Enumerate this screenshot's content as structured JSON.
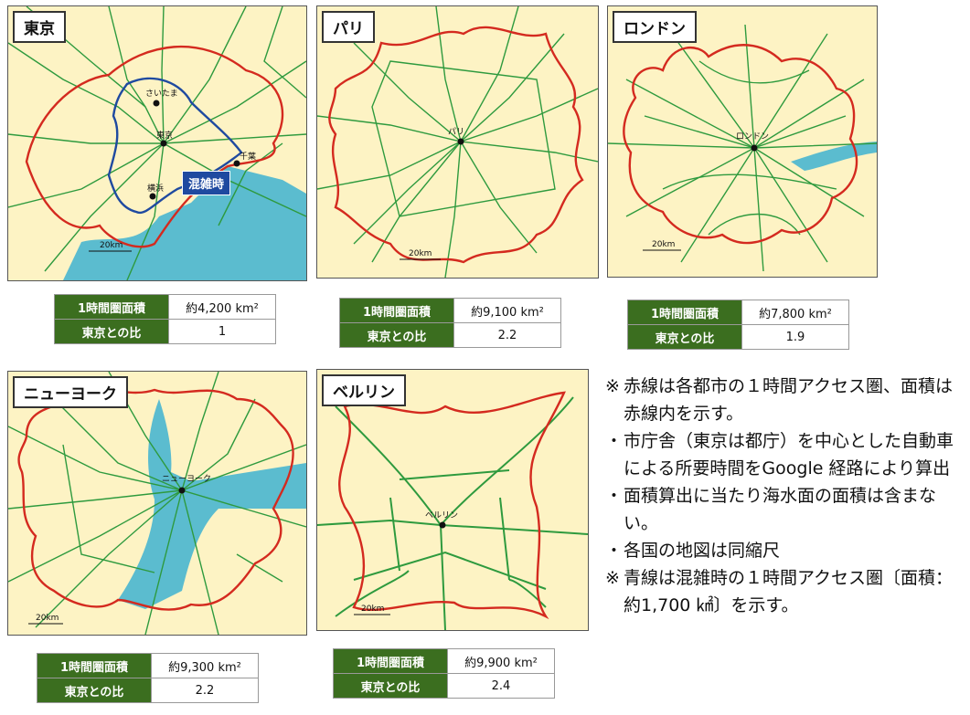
{
  "maps": [
    {
      "city": "東京",
      "city_label": "東京",
      "extra_label": "混雑時",
      "area_label": "1時間圏面積",
      "area": "約4,200 km²",
      "ratio_label": "東京との比",
      "ratio": "1",
      "scale": "20km"
    },
    {
      "city": "パリ",
      "city_label": "パリ",
      "area_label": "1時間圏面積",
      "area": "約9,100 km²",
      "ratio_label": "東京との比",
      "ratio": "2.2",
      "scale": "20km"
    },
    {
      "city": "ロンドン",
      "city_label": "ロンドン",
      "area_label": "1時間圏面積",
      "area": "約7,800 km²",
      "ratio_label": "東京との比",
      "ratio": "1.9",
      "scale": "20km"
    },
    {
      "city": "ニューヨーク",
      "city_label": "ニューヨーク",
      "area_label": "1時間圏面積",
      "area": "約9,300 km²",
      "ratio_label": "東京との比",
      "ratio": "2.2",
      "scale": "20km"
    },
    {
      "city": "ベルリン",
      "city_label": "ベルリン",
      "area_label": "1時間圏面積",
      "area": "約9,900 km²",
      "ratio_label": "東京との比",
      "ratio": "2.4",
      "scale": "20km"
    }
  ],
  "tokyo_extra_labels": [
    "さいたま",
    "横浜",
    "千葉"
  ],
  "notes": [
    {
      "bullet": "※",
      "text": "赤線は各都市の１時間アクセス圏、面積は赤線内を示す。"
    },
    {
      "bullet": "・",
      "text": "市庁舎（東京は都庁）を中心とした自動車による所要時間をGoogle 経路により算出"
    },
    {
      "bullet": "・",
      "text": "面積算出に当たり海水面の面積は含まない。"
    },
    {
      "bullet": "・",
      "text": "各国の地図は同縮尺"
    },
    {
      "bullet": "※",
      "text": "青線は混雑時の１時間アクセス圏〔面積：約1,700 ㎢〕を示す。"
    }
  ],
  "colors": {
    "map_bg": "#fdf3c4",
    "road": "#2e9a3e",
    "boundary": "#d42a1f",
    "congestion": "#1f4aa0",
    "water": "#5bbccf",
    "label_bg": "#3b6e1f"
  }
}
